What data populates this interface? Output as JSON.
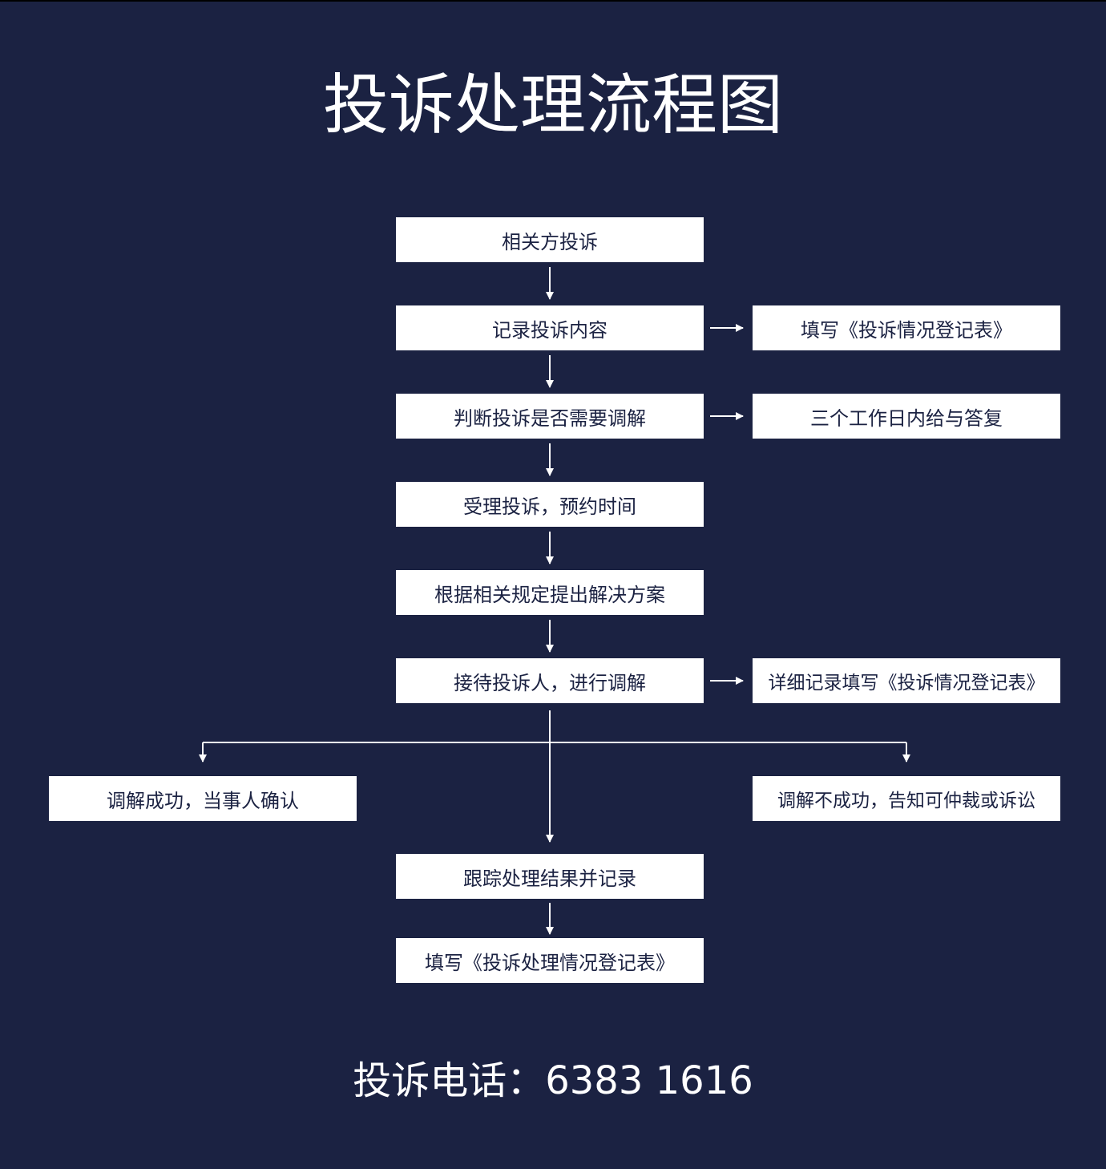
{
  "title": "投诉处理流程图",
  "steps": [
    "相关方投诉",
    "记录投诉内容",
    "判断投诉是否需要调解",
    "受理投诉，预约时间",
    "根据相关规定提出解决方案",
    "接待投诉人，进行调解",
    "跟踪处理结果并记录",
    "填写《投诉处理情况登记表》"
  ],
  "side_steps": [
    "填写《投诉情况登记表》",
    "三个工作日内给与答复",
    "详细记录填写《投诉情况登记表》"
  ],
  "branches": {
    "success": "调解成功，当事人确认",
    "failure": "调解不成功，告知可仲裁或诉讼"
  },
  "phone": "投诉电话：6383 1616",
  "colors": {
    "background": "#1b2242",
    "box": "#ffffff",
    "text": "#1b2242"
  }
}
